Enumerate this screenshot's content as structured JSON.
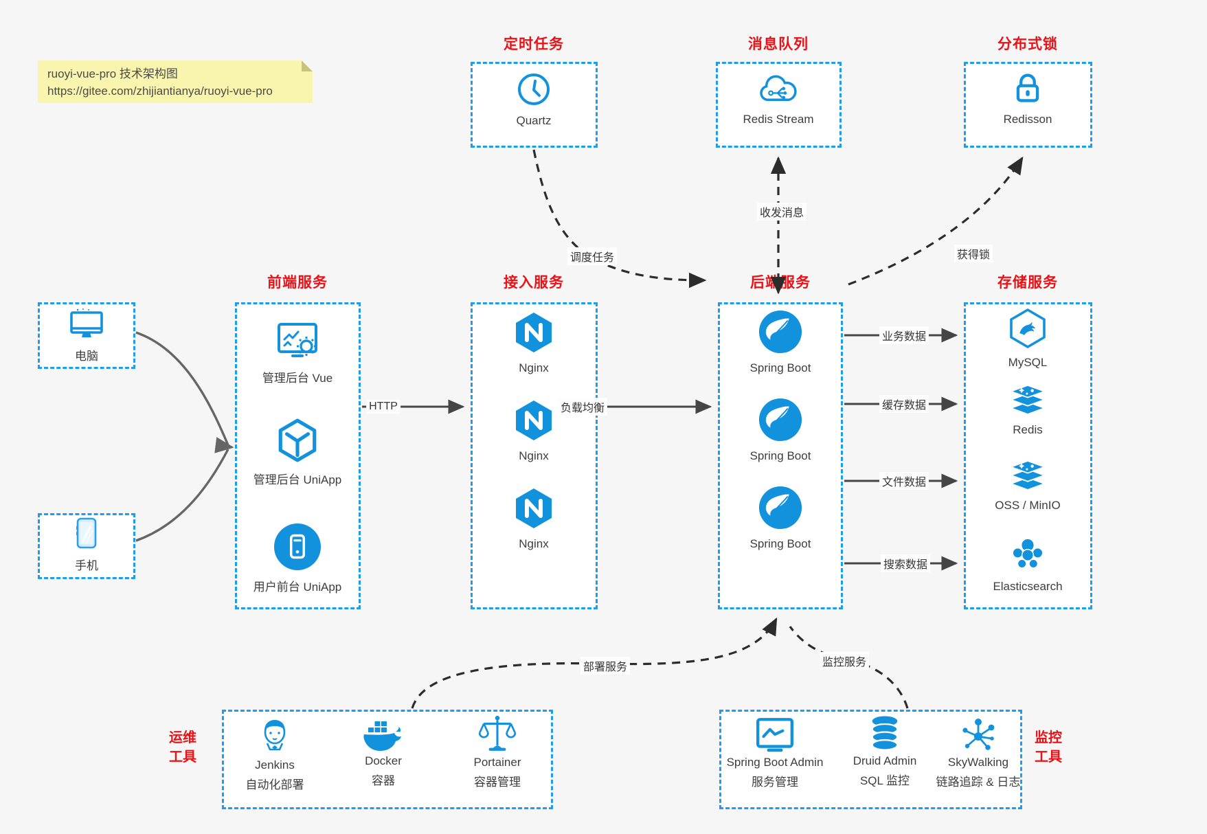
{
  "colors": {
    "accent_blue": "#1e9cf0",
    "icon_blue": "#1292dc",
    "title_red": "#ea1216",
    "dashed_arrow": "#2c2c2c",
    "solid_arrow": "#454545",
    "client_arrow": "#666666",
    "note_bg": "#faf5ae",
    "page_bg": "#f6f6f7"
  },
  "note": {
    "line1": "ruoyi-vue-pro 技术架构图",
    "line2": "https://gitee.com/zhijiantianya/ruoyi-vue-pro"
  },
  "top_groups": [
    {
      "title": "定时任务",
      "items": [
        {
          "icon": "clock-icon",
          "label": "Quartz"
        }
      ]
    },
    {
      "title": "消息队列",
      "items": [
        {
          "icon": "cloud-mq-icon",
          "label": "Redis Stream"
        }
      ]
    },
    {
      "title": "分布式锁",
      "items": [
        {
          "icon": "lock-icon",
          "label": "Redisson"
        }
      ]
    }
  ],
  "clients": [
    {
      "icon": "desktop-icon",
      "label": "电脑"
    },
    {
      "icon": "smartphone-icon",
      "label": "手机"
    }
  ],
  "service_groups": [
    {
      "title": "前端服务",
      "items": [
        {
          "icon": "admin-vue-icon",
          "label": "管理后台 Vue"
        },
        {
          "icon": "uniapp-cube-icon",
          "label": "管理后台 UniApp"
        },
        {
          "icon": "mobile-app-icon",
          "label": "用户前台 UniApp"
        }
      ]
    },
    {
      "title": "接入服务",
      "items": [
        {
          "icon": "nginx-icon",
          "label": "Nginx"
        },
        {
          "icon": "nginx-icon",
          "label": "Nginx"
        },
        {
          "icon": "nginx-icon",
          "label": "Nginx"
        }
      ]
    },
    {
      "title": "后端服务",
      "items": [
        {
          "icon": "spring-boot-icon",
          "label": "Spring Boot"
        },
        {
          "icon": "spring-boot-icon",
          "label": "Spring Boot"
        },
        {
          "icon": "spring-boot-icon",
          "label": "Spring Boot"
        }
      ]
    },
    {
      "title": "存储服务",
      "items": [
        {
          "icon": "mysql-icon",
          "label": "MySQL"
        },
        {
          "icon": "redis-icon",
          "label": "Redis"
        },
        {
          "icon": "oss-icon",
          "label": "OSS / MinIO"
        },
        {
          "icon": "elasticsearch-icon",
          "label": "Elasticsearch"
        }
      ]
    }
  ],
  "bottom_groups": [
    {
      "side_line1": "运维",
      "side_line2": "工具",
      "items": [
        {
          "icon": "jenkins-icon",
          "label": "Jenkins",
          "sublabel": "自动化部署"
        },
        {
          "icon": "docker-icon",
          "label": "Docker",
          "sublabel": "容器"
        },
        {
          "icon": "portainer-icon",
          "label": "Portainer",
          "sublabel": "容器管理"
        }
      ]
    },
    {
      "side_line1": "监控",
      "side_line2": "工具",
      "items": [
        {
          "icon": "spring-boot-admin-icon",
          "label": "Spring Boot Admin",
          "sublabel": "服务管理"
        },
        {
          "icon": "druid-icon",
          "label": "Druid Admin",
          "sublabel": "SQL 监控"
        },
        {
          "icon": "skywalking-icon",
          "label": "SkyWalking",
          "sublabel": "链路追踪 & 日志"
        }
      ]
    }
  ],
  "edge_labels": {
    "http": "HTTP",
    "load_balance": "负载均衡",
    "schedule": "调度任务",
    "send_receive": "收发消息",
    "acquire_lock": "获得锁",
    "biz_data": "业务数据",
    "cache_data": "缓存数据",
    "file_data": "文件数据",
    "search_data": "搜索数据",
    "deploy": "部署服务",
    "monitor": "监控服务"
  }
}
